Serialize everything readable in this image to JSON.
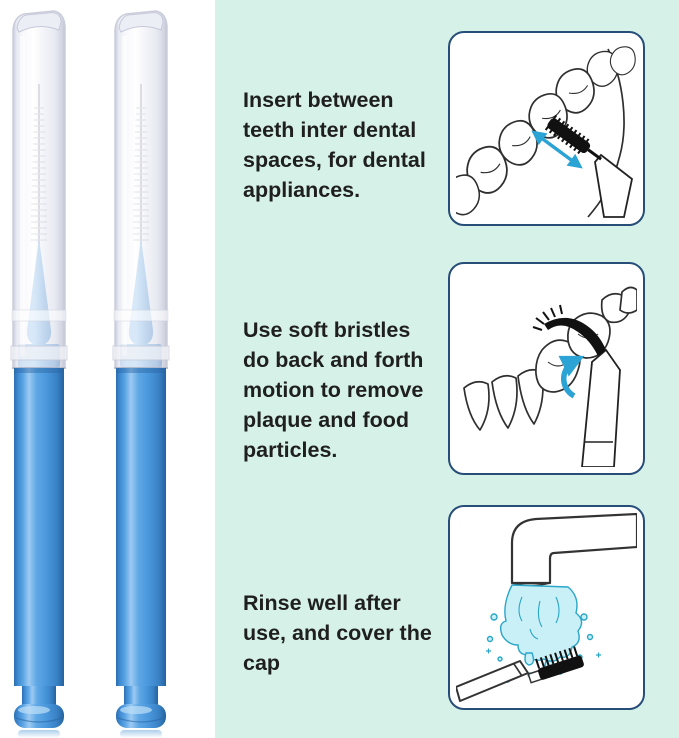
{
  "colors": {
    "page_background": "#d6f2e8",
    "photo_background": "#ffffff",
    "panel_border": "#274d79",
    "panel_background": "#ffffff",
    "arrow": "#2ba3d4",
    "water_fill": "#c9f0f6",
    "water_outline": "#2aa6c8",
    "brush_handle": "#4a97dc",
    "text": "#1f1f1f"
  },
  "product": {
    "items": [
      {
        "name": "interdental brush with clear cap"
      },
      {
        "name": "interdental brush with clear cap"
      }
    ]
  },
  "instructions": [
    {
      "text": "Insert between\nteeth inter dental\nspaces, for dental\nappliances.",
      "illustration": "insert-between-teeth"
    },
    {
      "text": "Use soft bristles\ndo back and forth\nmotion to remove\nplaque and food\nparticles.",
      "illustration": "back-and-forth-motion"
    },
    {
      "text": "Rinse well after\nuse, and cover the\ncap",
      "illustration": "rinse-under-faucet"
    }
  ]
}
